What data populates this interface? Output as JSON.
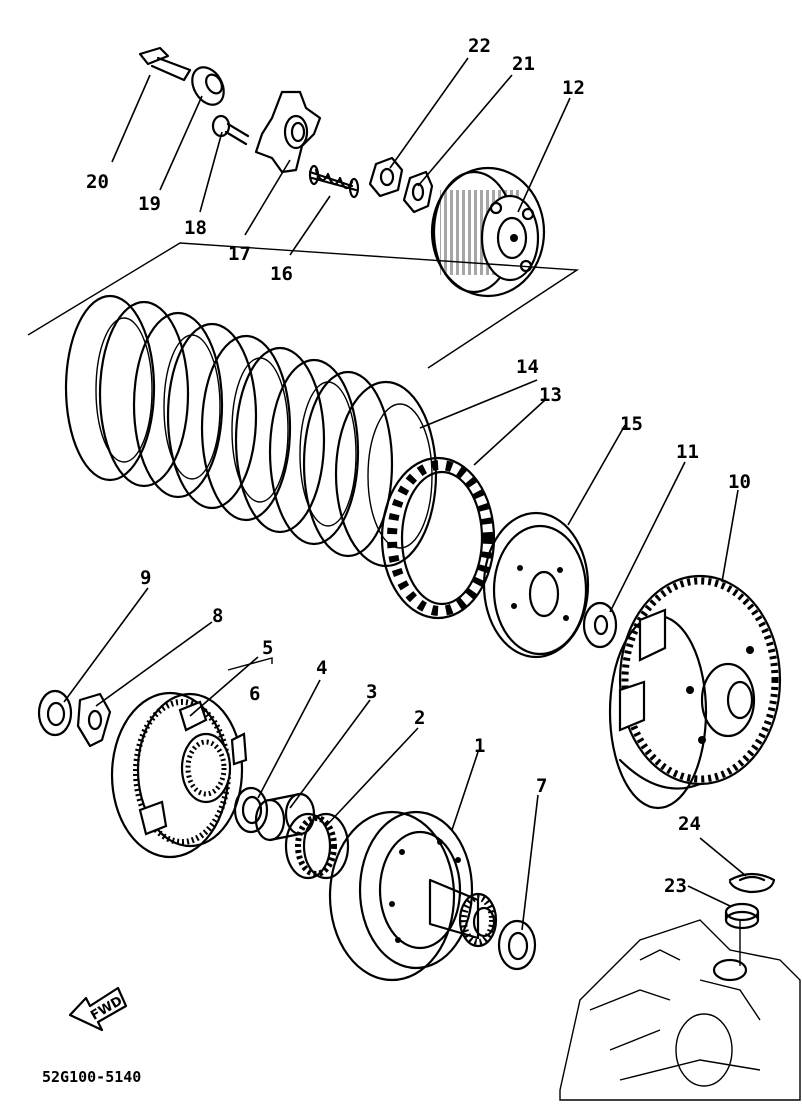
{
  "diagram": {
    "part_number": "52G100-5140",
    "fwd_label": "FWD",
    "callouts": [
      "1",
      "2",
      "3",
      "4",
      "5",
      "6",
      "7",
      "8",
      "9",
      "10",
      "11",
      "12",
      "13",
      "14",
      "15",
      "16",
      "17",
      "18",
      "19",
      "20",
      "21",
      "22",
      "23",
      "24"
    ]
  }
}
